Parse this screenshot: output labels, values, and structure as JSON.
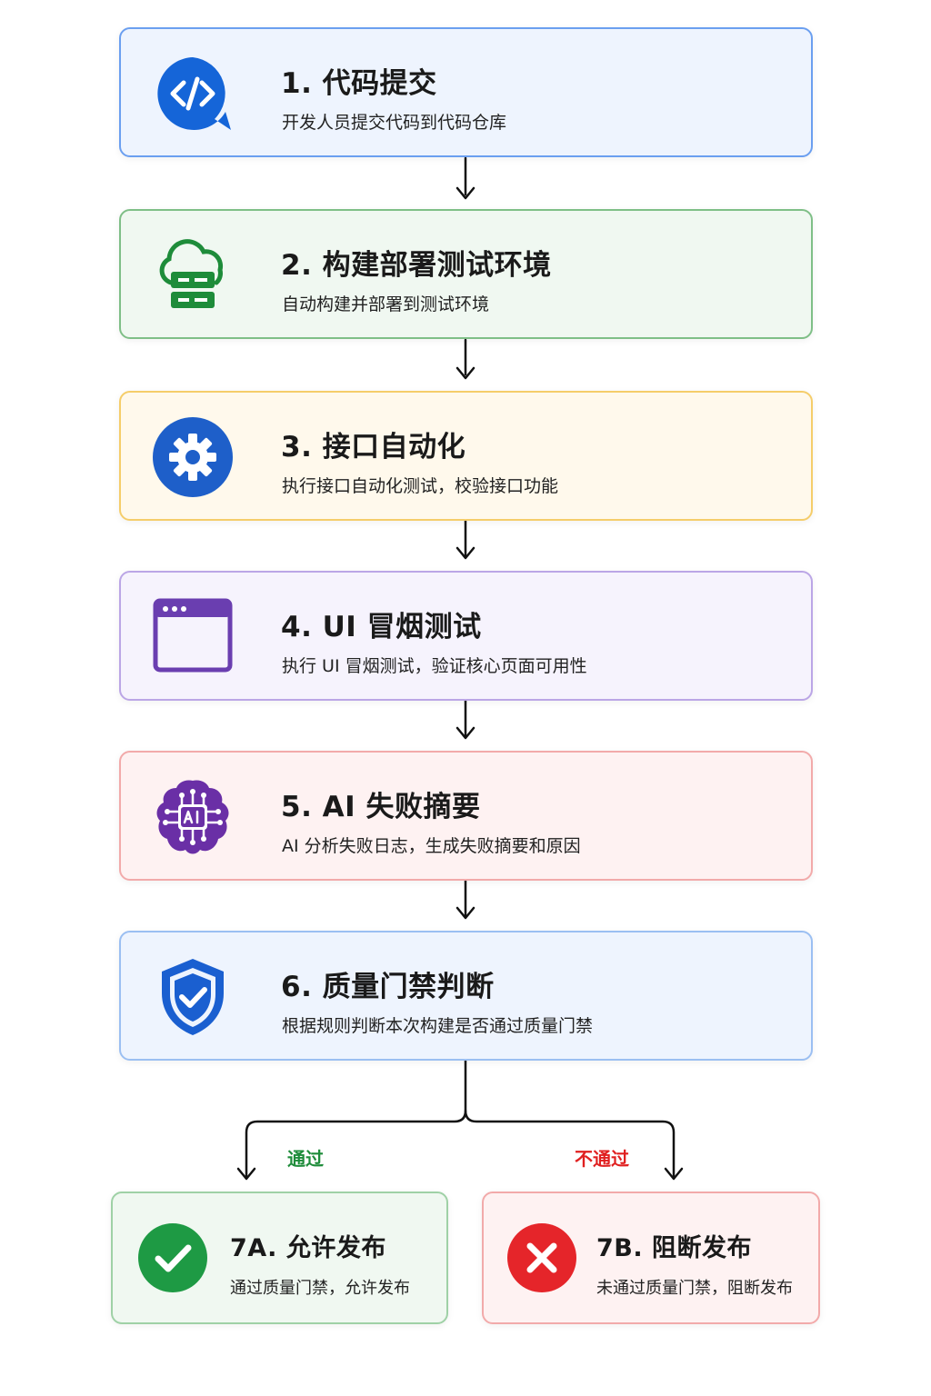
{
  "steps": [
    {
      "title": "1. 代码提交",
      "desc": "开发人员提交代码到代码仓库",
      "icon": "code-icon",
      "border": "#6b9ff0",
      "bg": "#eef4fe",
      "accent": "#1565d8"
    },
    {
      "title": "2. 构建部署测试环境",
      "desc": "自动构建并部署到测试环境",
      "icon": "cloud-server-icon",
      "border": "#7fbf87",
      "bg": "#f0f8f1",
      "accent": "#1e8c3a"
    },
    {
      "title": "3. 接口自动化",
      "desc": "执行接口自动化测试，校验接口功能",
      "icon": "gear-icon",
      "border": "#f5cd6a",
      "bg": "#fff9ec",
      "accent": "#1e5fc9"
    },
    {
      "title": "4. UI 冒烟测试",
      "desc": "执行 UI 冒烟测试，验证核心页面可用性",
      "icon": "browser-window-icon",
      "border": "#bba6e6",
      "bg": "#f6f3fd",
      "accent": "#6a3eb0"
    },
    {
      "title": "5. AI 失败摘要",
      "desc": "AI 分析失败日志，生成失败摘要和原因",
      "icon": "ai-brain-icon",
      "border": "#f2aaaa",
      "bg": "#fef2f2",
      "accent": "#6a2fa6"
    },
    {
      "title": "6. 质量门禁判断",
      "desc": "根据规则判断本次构建是否通过质量门禁",
      "icon": "shield-check-icon",
      "border": "#9bbff2",
      "bg": "#eef4fe",
      "accent": "#1a5fd0"
    }
  ],
  "branches": {
    "pass_label": "通过",
    "fail_label": "不通过",
    "pass_color": "#1e8c3a",
    "fail_color": "#e02020"
  },
  "outcomes": [
    {
      "title": "7A. 允许发布",
      "desc": "通过质量门禁，允许发布",
      "icon": "check-circle-icon",
      "border": "#9fd1a6",
      "bg": "#f0f8f1",
      "accent": "#1e9a44"
    },
    {
      "title": "7B. 阻断发布",
      "desc": "未通过质量门禁，阻断发布",
      "icon": "x-circle-icon",
      "border": "#f2aaaa",
      "bg": "#fef2f2",
      "accent": "#e5252a"
    }
  ]
}
